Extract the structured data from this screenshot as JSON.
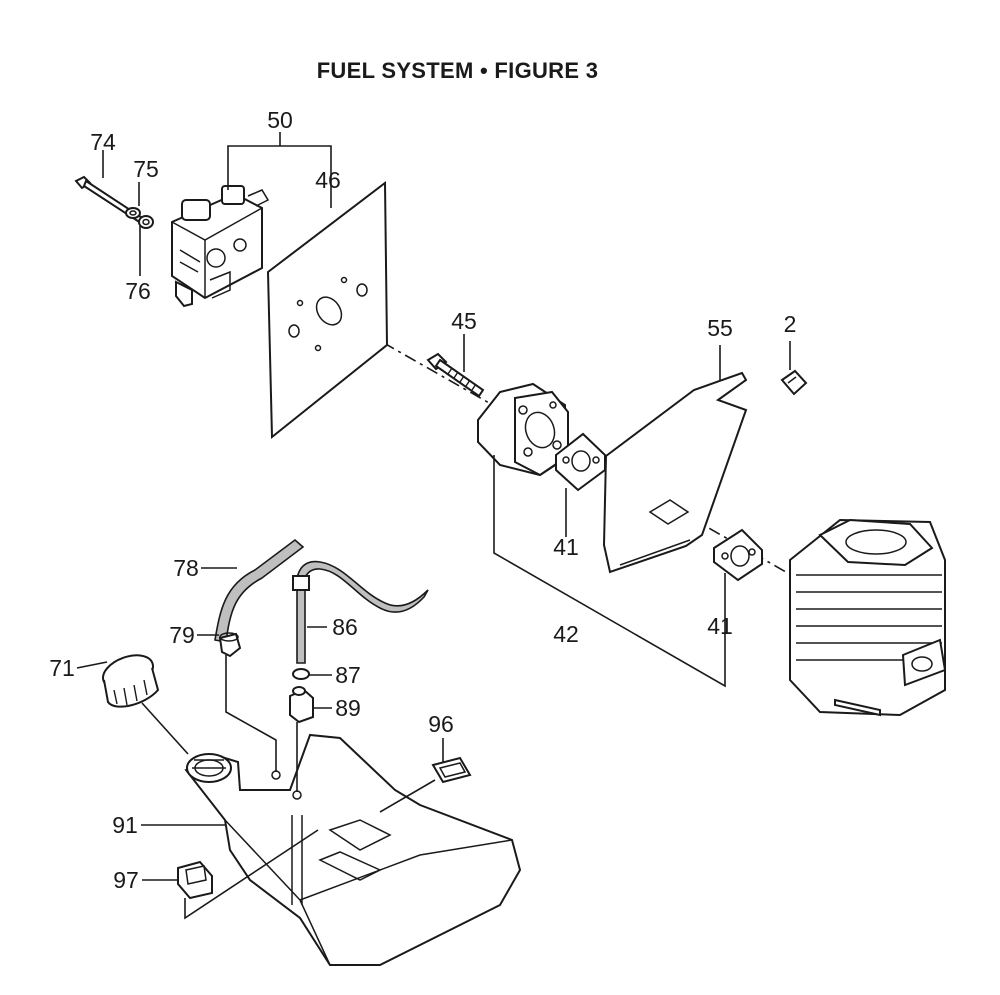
{
  "title": "FUEL SYSTEM  •  FIGURE 3",
  "callouts": {
    "p2": "2",
    "p41a": "41",
    "p41b": "41",
    "p42": "42",
    "p45": "45",
    "p46": "46",
    "p50": "50",
    "p55": "55",
    "p71": "71",
    "p74": "74",
    "p75": "75",
    "p76": "76",
    "p78": "78",
    "p79": "79",
    "p86": "86",
    "p87": "87",
    "p89": "89",
    "p91": "91",
    "p96": "96",
    "p97": "97"
  }
}
